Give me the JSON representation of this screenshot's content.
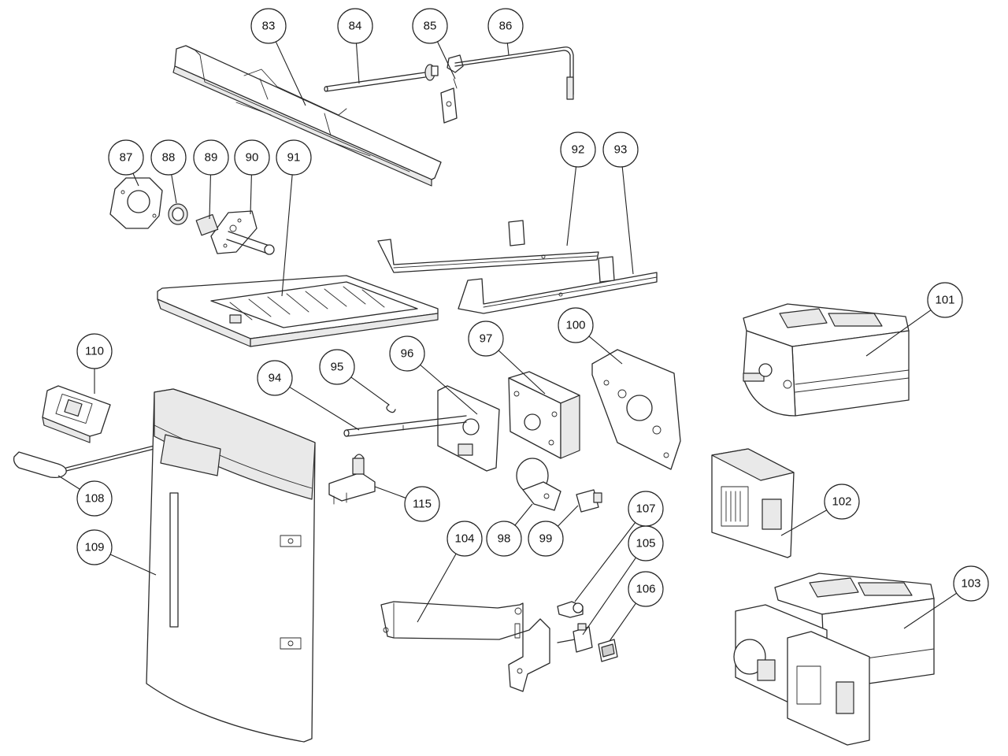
{
  "callouts": [
    {
      "id": "83",
      "label": "83"
    },
    {
      "id": "84",
      "label": "84"
    },
    {
      "id": "85",
      "label": "85"
    },
    {
      "id": "86",
      "label": "86"
    },
    {
      "id": "87",
      "label": "87"
    },
    {
      "id": "88",
      "label": "88"
    },
    {
      "id": "89",
      "label": "89"
    },
    {
      "id": "90",
      "label": "90"
    },
    {
      "id": "91",
      "label": "91"
    },
    {
      "id": "92",
      "label": "92"
    },
    {
      "id": "93",
      "label": "93"
    },
    {
      "id": "94",
      "label": "94"
    },
    {
      "id": "95",
      "label": "95"
    },
    {
      "id": "96",
      "label": "96"
    },
    {
      "id": "97",
      "label": "97"
    },
    {
      "id": "98",
      "label": "98"
    },
    {
      "id": "99",
      "label": "99"
    },
    {
      "id": "100",
      "label": "100"
    },
    {
      "id": "101",
      "label": "101"
    },
    {
      "id": "102",
      "label": "102"
    },
    {
      "id": "103",
      "label": "103"
    },
    {
      "id": "104",
      "label": "104"
    },
    {
      "id": "105",
      "label": "105"
    },
    {
      "id": "106",
      "label": "106"
    },
    {
      "id": "107",
      "label": "107"
    },
    {
      "id": "108",
      "label": "108"
    },
    {
      "id": "109",
      "label": "109"
    },
    {
      "id": "110",
      "label": "110"
    },
    {
      "id": "115",
      "label": "115"
    }
  ],
  "colors": {
    "line": "#2b2b2b",
    "fill": "#ffffff",
    "shade": "#e9e9e9"
  }
}
